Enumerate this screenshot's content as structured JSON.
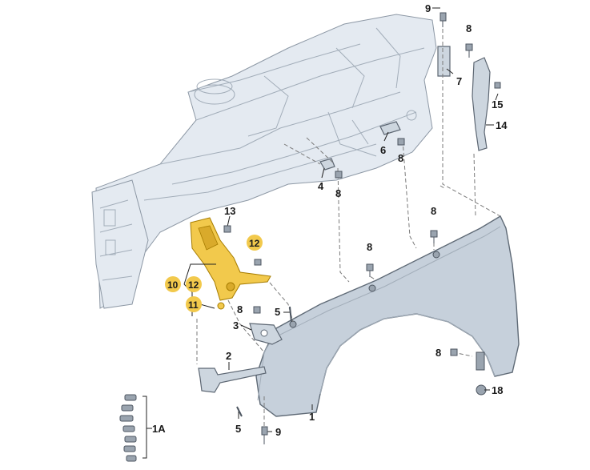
{
  "callouts": {
    "c1": "1",
    "c1a": "1A",
    "c2": "2",
    "c3": "3",
    "c4": "4",
    "c5a": "5",
    "c5b": "5",
    "c6": "6",
    "c7": "7",
    "c8a": "8",
    "c8b": "8",
    "c8c": "8",
    "c8d": "8",
    "c8e": "8",
    "c8f": "8",
    "c8g": "8",
    "c9a": "9",
    "c9b": "9",
    "c10": "10",
    "c11": "11",
    "c12a": "12",
    "c12b": "12",
    "c13": "13",
    "c14": "14",
    "c15": "15",
    "c18": "18"
  },
  "colors": {
    "highlight": "#f2c94c",
    "body": "#e4eaf1",
    "fender": "#c6d0db"
  }
}
